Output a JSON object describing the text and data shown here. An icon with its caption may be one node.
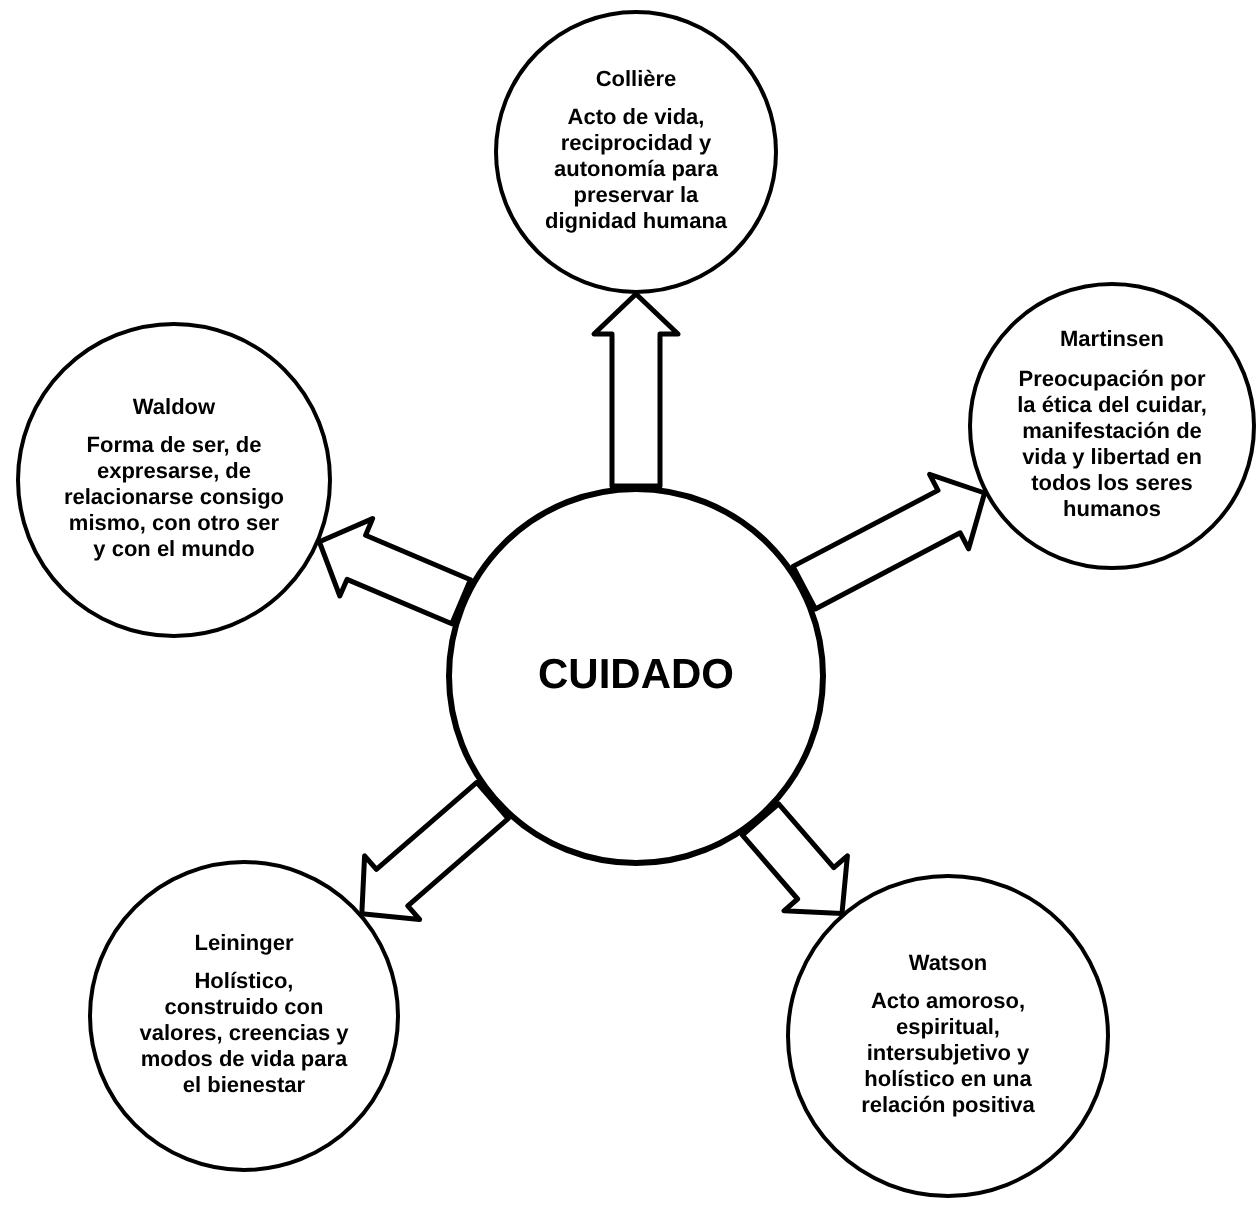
{
  "diagram": {
    "nodes": [
      {
        "text": [
          "Collière",
          "Acto de vida, reciprocidad y autonomía para preservar la dignidad humana"
        ]
      },
      {
        "text": [
          "Waldow",
          "Forma de ser, de expresarse, de relacionarse consigo mismo, con otro ser y con el mundo"
        ]
      },
      {
        "text": [
          "Martinsen",
          "Preocupación por la ética del cuidar, manifestación de vida y libertad en todos los seres humanos"
        ]
      },
      {
        "text": [
          "CUIDADO"
        ]
      },
      {
        "text": [
          "Leininger",
          "Holístico, construido con valores, creencias y modos de vida para el bienestar"
        ]
      },
      {
        "text": [
          "Watson",
          "Acto amoroso, espiritual, intersubjetivo y holístico en una relación positiva"
        ]
      }
    ],
    "edges": [
      {
        "from": 3,
        "to": 0,
        "arrow": "to"
      },
      {
        "from": 3,
        "to": 1,
        "arrow": "to"
      },
      {
        "from": 3,
        "to": 2,
        "arrow": "to"
      },
      {
        "from": 3,
        "to": 4,
        "arrow": "to"
      },
      {
        "from": 3,
        "to": 5,
        "arrow": "to"
      }
    ]
  }
}
